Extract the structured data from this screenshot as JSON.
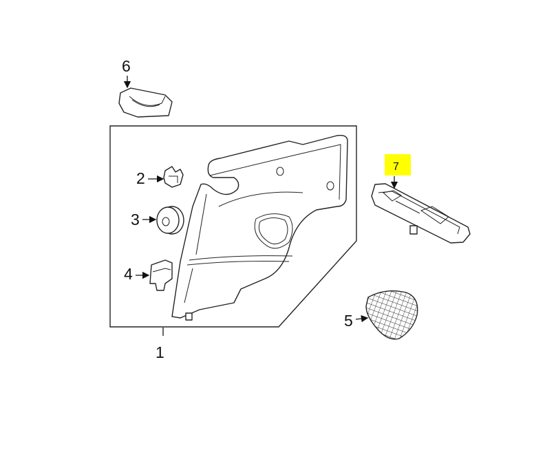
{
  "diagram": {
    "callouts": [
      {
        "number": "1",
        "part": "quarter-trim-panel"
      },
      {
        "number": "2",
        "part": "clip"
      },
      {
        "number": "3",
        "part": "grommet"
      },
      {
        "number": "4",
        "part": "retainer"
      },
      {
        "number": "5",
        "part": "speaker-grille"
      },
      {
        "number": "6",
        "part": "belt-guide-cover"
      },
      {
        "number": "7",
        "part": "window-switch",
        "highlighted": true
      }
    ],
    "highlight_color": "#ffff00"
  }
}
